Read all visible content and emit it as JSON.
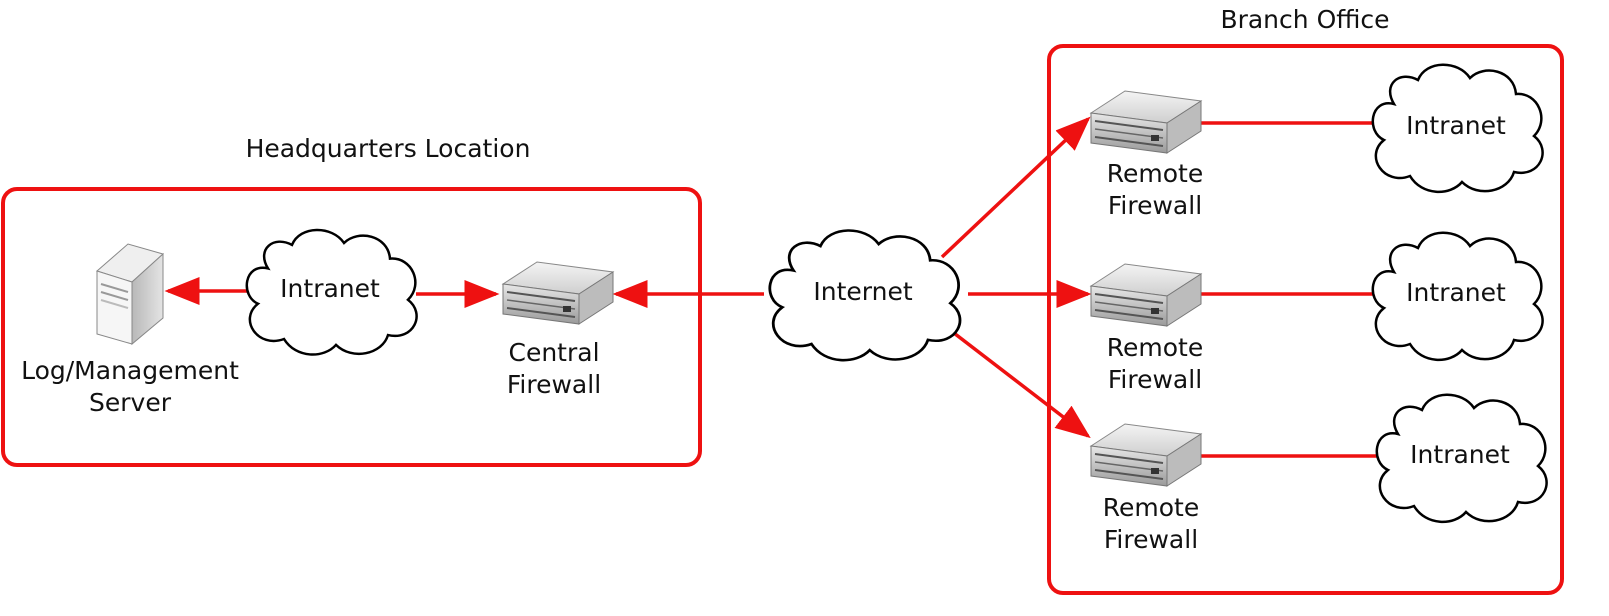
{
  "regions": {
    "headquarters": {
      "title": "Headquarters Location"
    },
    "branch": {
      "title": "Branch Office"
    }
  },
  "nodes": {
    "log_server": {
      "line1": "Log/Management",
      "line2": "Server",
      "icon": "server-tower-icon"
    },
    "hq_intranet": {
      "label": "Intranet",
      "icon": "cloud-icon"
    },
    "central_firewall": {
      "line1": "Central",
      "line2": "Firewall",
      "icon": "rack-server-icon"
    },
    "internet": {
      "label": "Internet",
      "icon": "cloud-icon"
    },
    "remote_firewalls": [
      {
        "line1": "Remote",
        "line2": "Firewall",
        "icon": "rack-server-icon"
      },
      {
        "line1": "Remote",
        "line2": "Firewall",
        "icon": "rack-server-icon"
      },
      {
        "line1": "Remote",
        "line2": "Firewall",
        "icon": "rack-server-icon"
      }
    ],
    "branch_intranets": [
      {
        "label": "Intranet",
        "icon": "cloud-icon"
      },
      {
        "label": "Intranet",
        "icon": "cloud-icon"
      },
      {
        "label": "Intranet",
        "icon": "cloud-icon"
      }
    ]
  },
  "colors": {
    "accent": "#ee1111",
    "outline": "#000000"
  }
}
